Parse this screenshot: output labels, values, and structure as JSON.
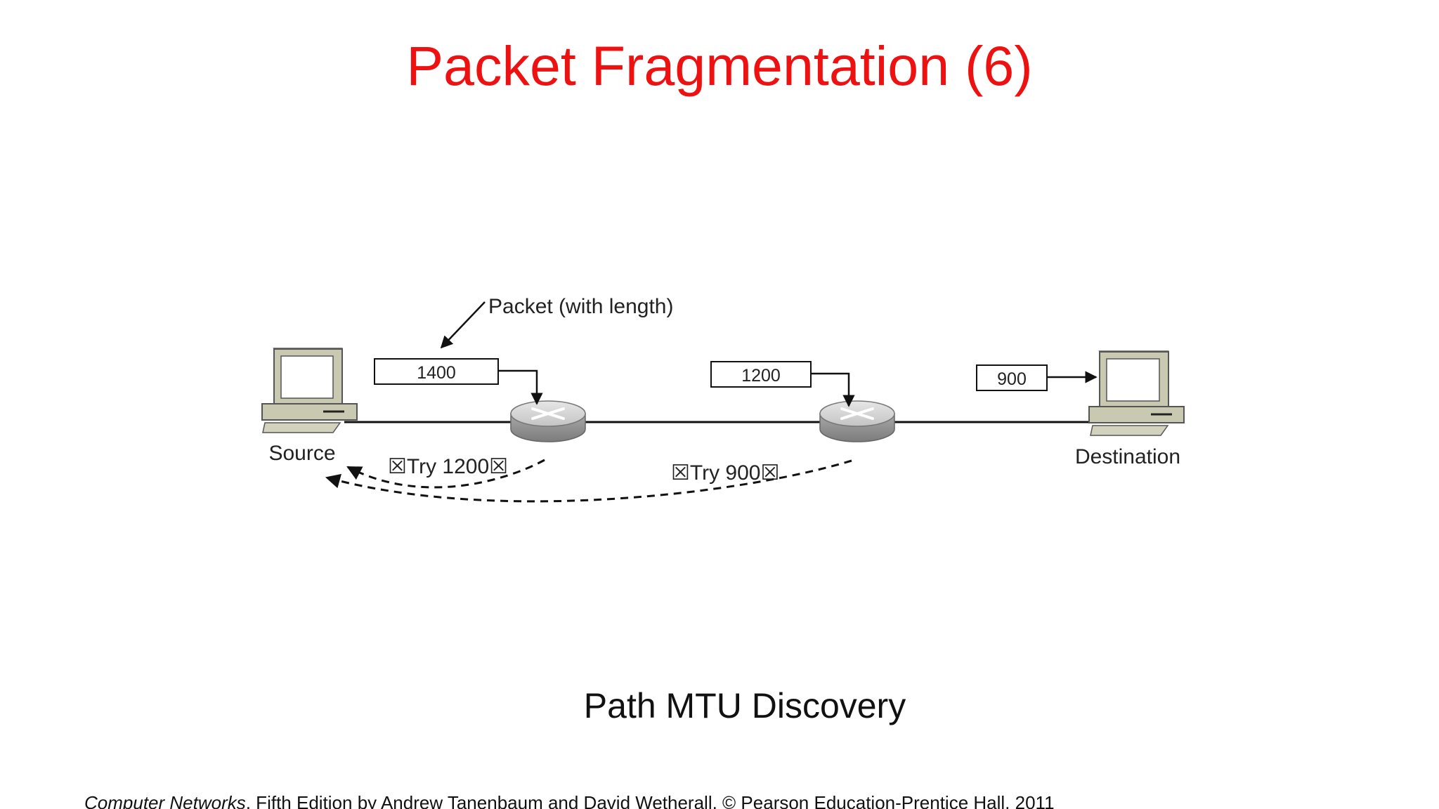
{
  "slide": {
    "title": "Packet Fragmentation (6)",
    "subtitle": "Path MTU Discovery",
    "footer_book": "Computer Networks",
    "footer_rest": ", Fifth Edition by Andrew Tanenbaum and David Wetherall, © Pearson Education-Prentice Hall, 2011"
  },
  "diagram": {
    "packet_label": "Packet (with length)",
    "source_label": "Source",
    "destination_label": "Destination",
    "packets": [
      "1400",
      "1200",
      "900"
    ],
    "feedback": [
      "☒Try 1200☒",
      "☒Try 900☒"
    ],
    "icons": {
      "host": "computer-icon",
      "router": "router-icon"
    }
  }
}
